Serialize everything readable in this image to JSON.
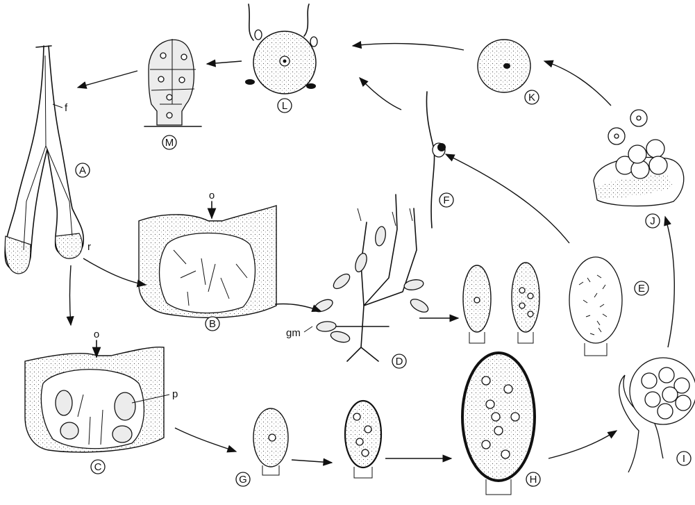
{
  "figure": {
    "stages": [
      {
        "id": "A",
        "label": "A"
      },
      {
        "id": "B",
        "label": "B"
      },
      {
        "id": "C",
        "label": "C"
      },
      {
        "id": "D",
        "label": "D"
      },
      {
        "id": "E",
        "label": "E"
      },
      {
        "id": "F",
        "label": "F"
      },
      {
        "id": "G",
        "label": "G"
      },
      {
        "id": "H",
        "label": "H"
      },
      {
        "id": "I",
        "label": "I"
      },
      {
        "id": "J",
        "label": "J"
      },
      {
        "id": "K",
        "label": "K"
      },
      {
        "id": "L",
        "label": "L"
      },
      {
        "id": "M",
        "label": "M"
      }
    ],
    "annotations": {
      "f": "f",
      "r": "r",
      "o_b": "o",
      "o_c": "o",
      "p": "p",
      "gm": "gm"
    },
    "colors": {
      "ink": "#111111",
      "stipple": "#ececec",
      "background": "#ffffff"
    }
  }
}
